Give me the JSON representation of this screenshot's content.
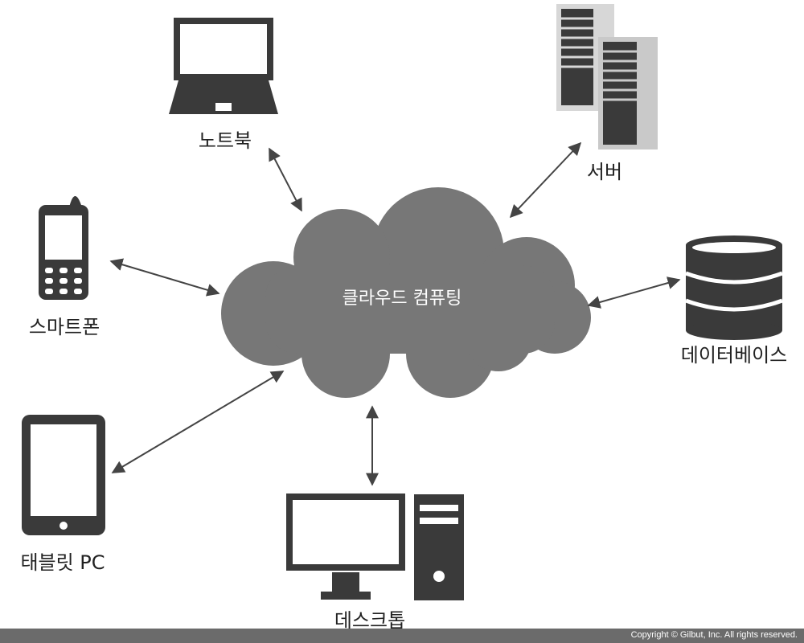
{
  "cloud": {
    "label": "클라우드 컴퓨팅"
  },
  "nodes": {
    "notebook": {
      "label": "노트북",
      "icon": "laptop-icon"
    },
    "server": {
      "label": "서버",
      "icon": "server-icon"
    },
    "smartphone": {
      "label": "스마트폰",
      "icon": "mobile-phone-icon"
    },
    "database": {
      "label": "데이터베이스",
      "icon": "database-icon"
    },
    "tablet": {
      "label": "태블릿 PC",
      "icon": "tablet-icon"
    },
    "desktop": {
      "label": "데스크톱",
      "icon": "desktop-computer-icon"
    }
  },
  "footer": {
    "copyright": "Copyright © Gilbut, Inc. All rights reserved."
  },
  "colors": {
    "cloud": "#777777",
    "icon": "#3a3a3a",
    "arrow": "#444444",
    "footer": "#6b6b6b"
  }
}
